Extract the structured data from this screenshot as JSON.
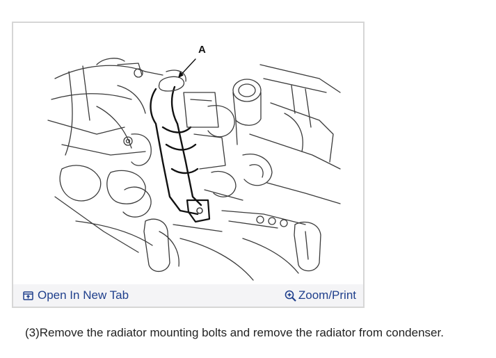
{
  "figure": {
    "callout_label": "A",
    "open_tab_label": "Open In New Tab",
    "zoom_label": "Zoom/Print",
    "link_color": "#1f3f8c",
    "toolbar_bg": "#f4f4f6",
    "border_color": "#d6d6d6",
    "icons": {
      "open_tab": "open-in-new-tab-icon",
      "zoom": "zoom-in-icon"
    }
  },
  "caption": {
    "text": "(3)Remove the radiator mounting bolts and remove the radiator from condenser."
  }
}
